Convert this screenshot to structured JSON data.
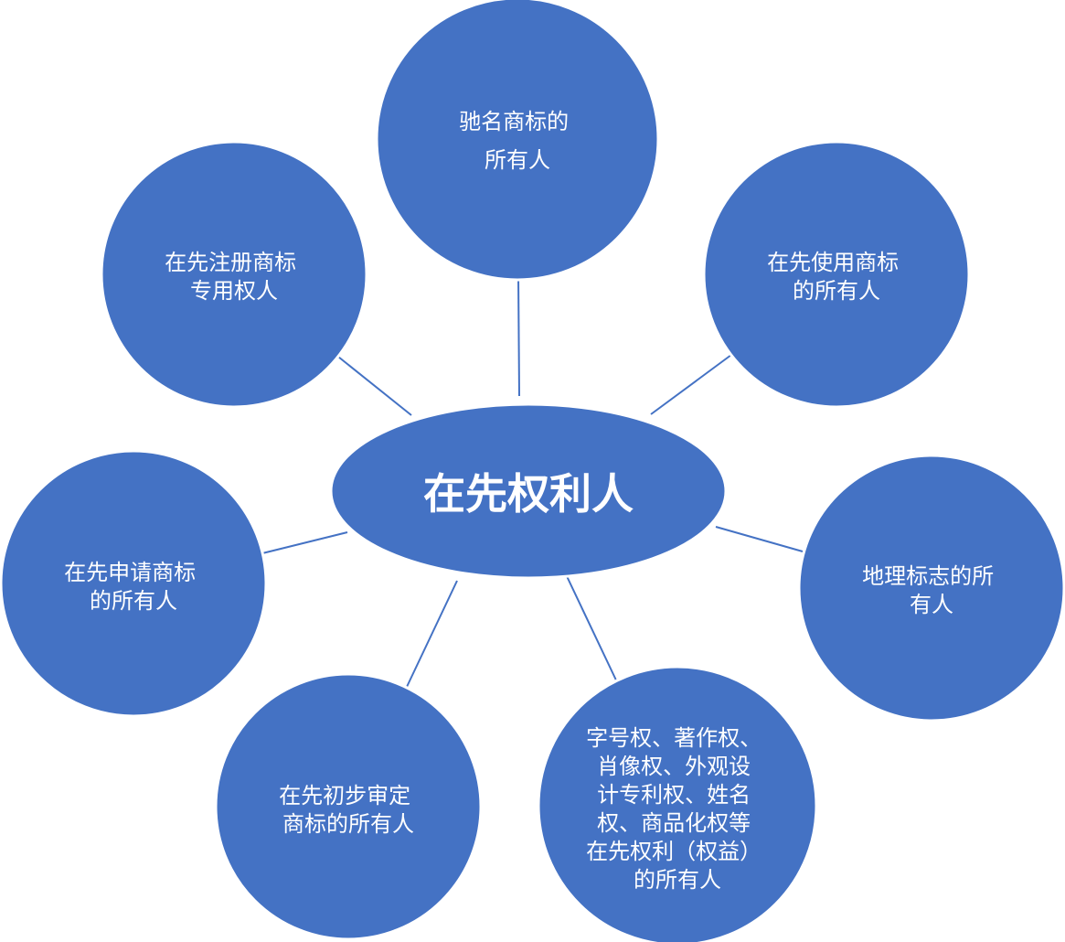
{
  "colors": {
    "node_fill": "#4472C4",
    "node_stroke": "#ffffff",
    "connector": "#4472C4",
    "text": "#ffffff",
    "background": "#ffffff"
  },
  "center": {
    "lines": [
      "在先权利人"
    ]
  },
  "nodes": [
    {
      "id": "famous-mark-owner",
      "lines": [
        "驰名商标的",
        "所有人"
      ]
    },
    {
      "id": "prior-use-owner",
      "lines": [
        "在先使用商标",
        "的所有人"
      ]
    },
    {
      "id": "geo-indication-owner",
      "lines": [
        "地理标志的所",
        "有人"
      ]
    },
    {
      "id": "other-prior-rights-owner",
      "lines": [
        "字号权、著作权、",
        "肖像权、外观设",
        "计专利权、姓名",
        "权、商品化权等",
        "在先权利（权益）",
        "的所有人"
      ]
    },
    {
      "id": "prior-approved-owner",
      "lines": [
        "在先初步审定",
        "商标的所有人"
      ]
    },
    {
      "id": "prior-application-owner",
      "lines": [
        "在先申请商标",
        "的所有人"
      ]
    },
    {
      "id": "prior-registered-owner",
      "lines": [
        "在先注册商标",
        "专用权人"
      ]
    }
  ]
}
